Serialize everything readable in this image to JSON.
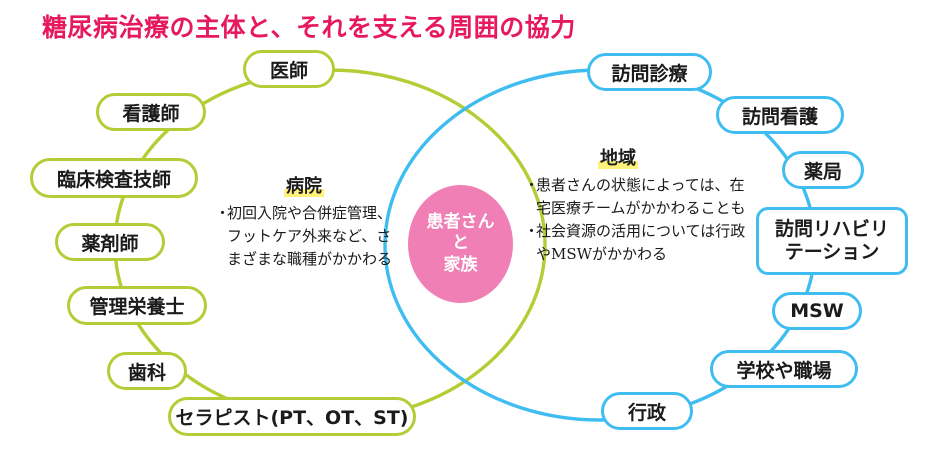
{
  "title": "糖尿病治療の主体と、それを支える周囲の協力",
  "colors": {
    "title": "#e6195f",
    "hospital_ring": "#b4cd36",
    "community_ring": "#3fbdf1",
    "center": "#ef7fb4",
    "highlight": "#fff27a",
    "text": "#1b1b1b"
  },
  "center": {
    "lines": [
      "患者さん",
      "と",
      "家族"
    ]
  },
  "hospital": {
    "heading": "病院",
    "bullets": [
      "初回入院や合併症管理、フットケア外来など、さまざまな職種がかかわる"
    ],
    "nodes": [
      {
        "label": "医師"
      },
      {
        "label": "看護師"
      },
      {
        "label": "臨床検査技師"
      },
      {
        "label": "薬剤師"
      },
      {
        "label": "管理栄養士"
      },
      {
        "label": "歯科"
      },
      {
        "label": "セラピスト(PT、OT、ST)"
      }
    ]
  },
  "community": {
    "heading": "地域",
    "bullets": [
      "患者さんの状態によっては、在宅医療チームがかかわることも",
      "社会資源の活用については行政やMSWがかかわる"
    ],
    "nodes": [
      {
        "label": "訪問診療"
      },
      {
        "label": "訪問看護"
      },
      {
        "label": "薬局"
      },
      {
        "label_line1": "訪問リハビリ",
        "label_line2": "テーション"
      },
      {
        "label": "MSW"
      },
      {
        "label": "学校や職場"
      },
      {
        "label": "行政"
      }
    ]
  },
  "bullet_mark": "・"
}
